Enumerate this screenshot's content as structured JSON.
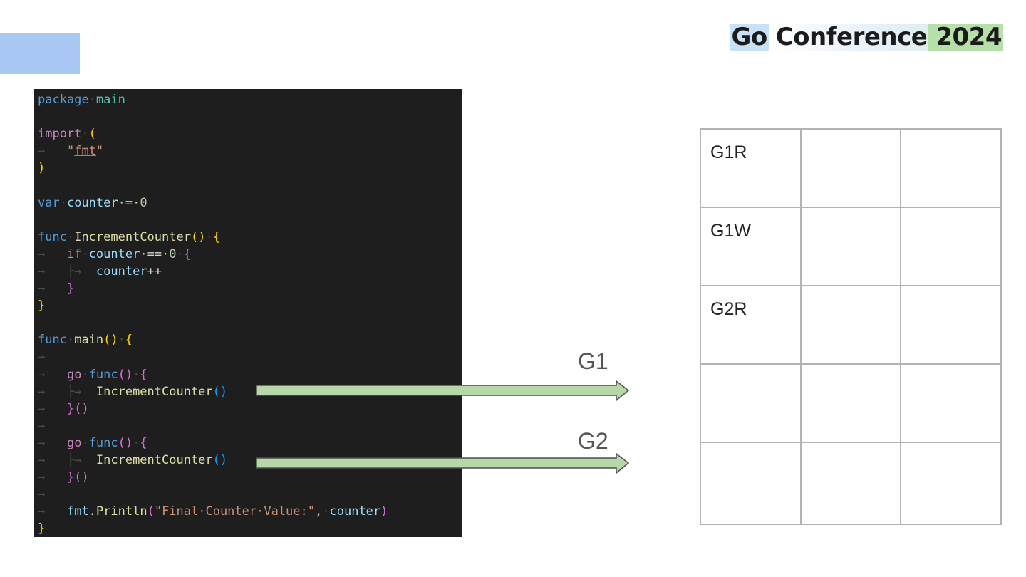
{
  "header": {
    "brand_words": [
      "Go",
      "Conference",
      "2024"
    ]
  },
  "code": {
    "lines": [
      [
        {
          "t": "package",
          "c": "kw"
        },
        {
          "t": "·",
          "c": "guide"
        },
        {
          "t": "main",
          "c": "pkg"
        }
      ],
      [],
      [
        {
          "t": "import",
          "c": "ctl"
        },
        {
          "t": "·",
          "c": "guide"
        },
        {
          "t": "(",
          "c": "b1"
        }
      ],
      [
        {
          "t": "→   ",
          "c": "guide"
        },
        {
          "t": "\"",
          "c": "str"
        },
        {
          "t": "fmt",
          "c": "str ul"
        },
        {
          "t": "\"",
          "c": "str"
        }
      ],
      [
        {
          "t": ")",
          "c": "b1"
        }
      ],
      [],
      [
        {
          "t": "var",
          "c": "kw"
        },
        {
          "t": "·",
          "c": "guide"
        },
        {
          "t": "counter",
          "c": "var"
        },
        {
          "t": "·=·",
          "c": "plain"
        },
        {
          "t": "0",
          "c": "num"
        }
      ],
      [],
      [
        {
          "t": "func",
          "c": "kw"
        },
        {
          "t": "·",
          "c": "guide"
        },
        {
          "t": "IncrementCounter",
          "c": "fn"
        },
        {
          "t": "()",
          "c": "b1"
        },
        {
          "t": "·",
          "c": "guide"
        },
        {
          "t": "{",
          "c": "b1"
        }
      ],
      [
        {
          "t": "→   ",
          "c": "guide"
        },
        {
          "t": "if",
          "c": "ctl"
        },
        {
          "t": "·",
          "c": "guide"
        },
        {
          "t": "counter",
          "c": "var"
        },
        {
          "t": "·==·",
          "c": "plain"
        },
        {
          "t": "0",
          "c": "num"
        },
        {
          "t": "·",
          "c": "guide"
        },
        {
          "t": "{",
          "c": "b2"
        }
      ],
      [
        {
          "t": "→   ├→  ",
          "c": "guide"
        },
        {
          "t": "counter",
          "c": "var"
        },
        {
          "t": "++",
          "c": "plain"
        }
      ],
      [
        {
          "t": "→   ",
          "c": "guide"
        },
        {
          "t": "}",
          "c": "b2"
        }
      ],
      [
        {
          "t": "}",
          "c": "b1"
        }
      ],
      [],
      [
        {
          "t": "func",
          "c": "kw"
        },
        {
          "t": "·",
          "c": "guide"
        },
        {
          "t": "main",
          "c": "fn"
        },
        {
          "t": "()",
          "c": "b1"
        },
        {
          "t": "·",
          "c": "guide"
        },
        {
          "t": "{",
          "c": "b1"
        }
      ],
      [
        {
          "t": "→",
          "c": "guide"
        }
      ],
      [
        {
          "t": "→   ",
          "c": "guide"
        },
        {
          "t": "go",
          "c": "ctl"
        },
        {
          "t": "·",
          "c": "guide"
        },
        {
          "t": "func",
          "c": "kw"
        },
        {
          "t": "()",
          "c": "b2"
        },
        {
          "t": "·",
          "c": "guide"
        },
        {
          "t": "{",
          "c": "b2"
        }
      ],
      [
        {
          "t": "→   ├→  ",
          "c": "guide"
        },
        {
          "t": "IncrementCounter",
          "c": "fn"
        },
        {
          "t": "()",
          "c": "b3"
        }
      ],
      [
        {
          "t": "→   ",
          "c": "guide"
        },
        {
          "t": "}",
          "c": "b2"
        },
        {
          "t": "()",
          "c": "b2"
        }
      ],
      [
        {
          "t": "→",
          "c": "guide"
        }
      ],
      [
        {
          "t": "→   ",
          "c": "guide"
        },
        {
          "t": "go",
          "c": "ctl"
        },
        {
          "t": "·",
          "c": "guide"
        },
        {
          "t": "func",
          "c": "kw"
        },
        {
          "t": "()",
          "c": "b2"
        },
        {
          "t": "·",
          "c": "guide"
        },
        {
          "t": "{",
          "c": "b2"
        }
      ],
      [
        {
          "t": "→   ├→  ",
          "c": "guide"
        },
        {
          "t": "IncrementCounter",
          "c": "fn"
        },
        {
          "t": "()",
          "c": "b3"
        }
      ],
      [
        {
          "t": "→   ",
          "c": "guide"
        },
        {
          "t": "}",
          "c": "b2"
        },
        {
          "t": "()",
          "c": "b2"
        }
      ],
      [
        {
          "t": "→",
          "c": "guide"
        }
      ],
      [
        {
          "t": "→   ",
          "c": "guide"
        },
        {
          "t": "fmt",
          "c": "var"
        },
        {
          "t": ".",
          "c": "plain"
        },
        {
          "t": "Println",
          "c": "fn"
        },
        {
          "t": "(",
          "c": "b2"
        },
        {
          "t": "\"Final·Counter·Value:\"",
          "c": "str"
        },
        {
          "t": ",",
          "c": "plain"
        },
        {
          "t": "·",
          "c": "guide"
        },
        {
          "t": "counter",
          "c": "var"
        },
        {
          "t": ")",
          "c": "b2"
        }
      ],
      [
        {
          "t": "}",
          "c": "b1"
        }
      ]
    ]
  },
  "arrows": [
    {
      "label": "G1"
    },
    {
      "label": "G2"
    }
  ],
  "grid": {
    "rows": [
      [
        "G1R",
        "",
        ""
      ],
      [
        "G1W",
        "",
        ""
      ],
      [
        "G2R",
        "",
        ""
      ],
      [
        "",
        "",
        ""
      ],
      [
        "",
        "",
        ""
      ]
    ]
  },
  "colors": {
    "code_background": "#1e1e1e",
    "arrow_fill": "#b6d7a8",
    "accent_block": "#a9c8f4",
    "grid_border": "#b3b3b3"
  }
}
